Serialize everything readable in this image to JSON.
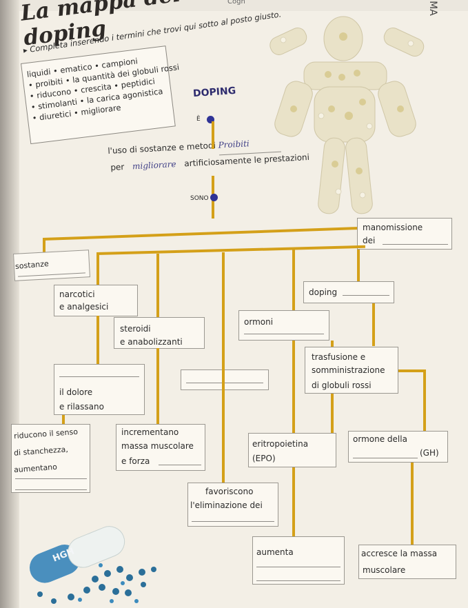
{
  "page": {
    "title": "La mappa del doping",
    "top_text": "Cogn",
    "side_letter": "MA",
    "instruction": "Completa inserendo i termini che trovi qui sotto al posto giusto."
  },
  "word_bank": [
    "liquidi • ematico • campioni",
    "• proibiti • la quantità dei globuli rossi",
    "• riducono • crescita • peptidici",
    "• stimolanti • la carica agonistica",
    "• diuretici • migliorare"
  ],
  "map": {
    "center_title": "DOPING",
    "e_label": "È",
    "def_line1_pre": "l'uso di sostanze e metodi",
    "def_line1_hand": "Proibiti",
    "def_line2_pre": "per",
    "def_line2_hand": "migliorare",
    "def_line2_post": "artificiosamente le prestazioni",
    "sono_label": "SONO",
    "left_branch": "sostanze",
    "right_branch_1": "manomissione",
    "right_branch_2": "dei",
    "narcotici_1": "narcotici",
    "narcotici_2": "e analgesici",
    "doping_label": "doping",
    "steroidi_1": "steroidi",
    "steroidi_2": "e anabolizzanti",
    "ormoni_label": "ormoni",
    "trasfusione_1": "trasfusione e",
    "trasfusione_2": "somministrazione",
    "trasfusione_3": "di globuli rossi",
    "dolore_1": "il dolore",
    "dolore_2": "e rilassano",
    "riducono_1": "riducono il senso",
    "riducono_2": "di stanchezza,",
    "riducono_3": "aumentano",
    "incrementano_1": "incrementano",
    "incrementano_2": "massa muscolare",
    "incrementano_3": "e forza",
    "epo_1": "eritropoietina",
    "epo_2": "(EPO)",
    "gh_1": "ormone della",
    "gh_2": "(GH)",
    "favoriscono_1": "favoriscono",
    "favoriscono_2": "l'eliminazione dei",
    "aumenta_label": "aumenta",
    "accresce_1": "accresce la massa",
    "accresce_2": "muscolare",
    "capsule_label": "HGH"
  },
  "colors": {
    "connector": "#d4a019",
    "dot": "#2f3396",
    "box_bg": "#fbf8f1",
    "title": "#2e2a27"
  }
}
